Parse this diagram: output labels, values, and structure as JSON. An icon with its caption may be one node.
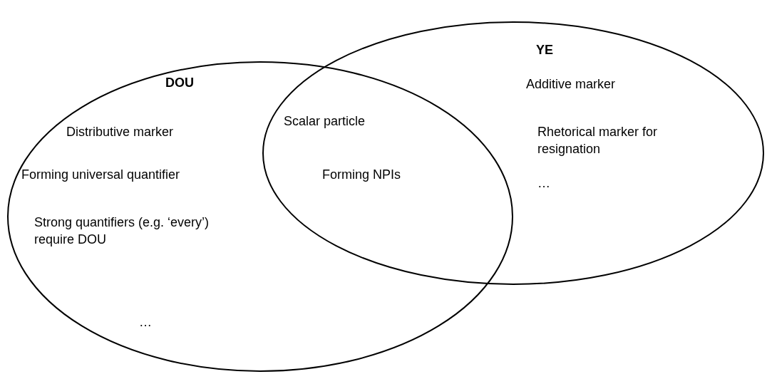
{
  "diagram": {
    "nodes": [
      {
        "text": [
          "DOU",
          "Distributive marker",
          "Forming universal quantifier",
          "Strong quantifiers (e.g. ‘every’) require DOU",
          "…"
        ]
      },
      {
        "text": [
          "YE",
          "Additive marker",
          "Rhetorical marker for resignation",
          "…"
        ]
      }
    ],
    "labels": [
      "Scalar particle",
      "Forming NPIs"
    ]
  }
}
